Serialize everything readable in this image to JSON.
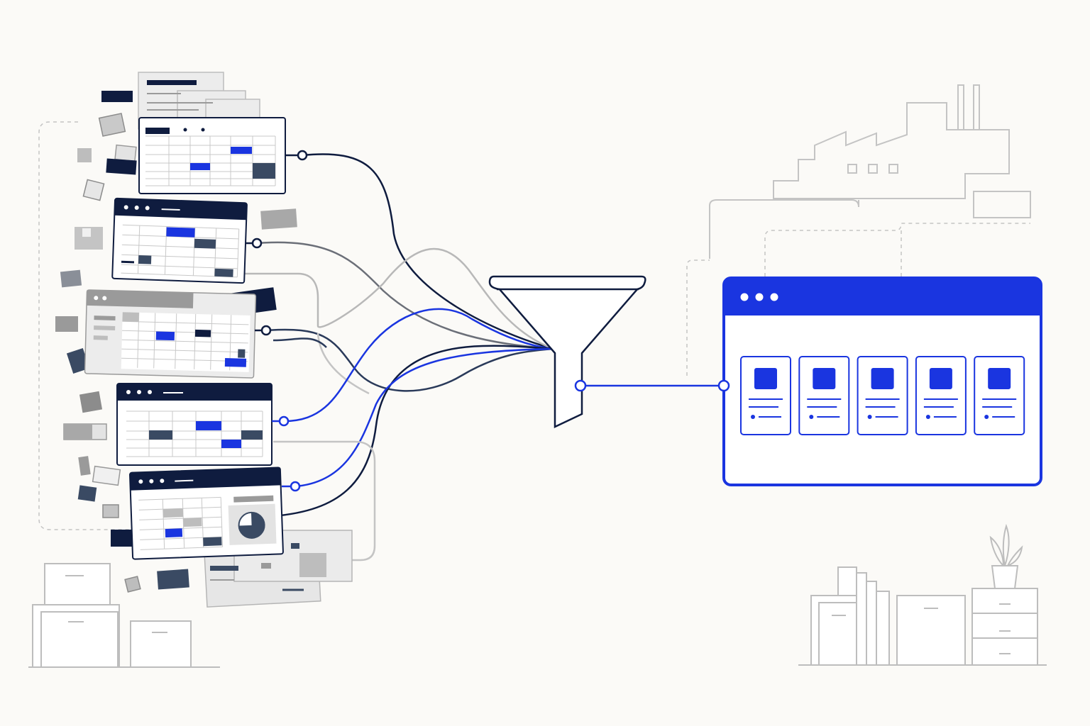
{
  "colors": {
    "background": "#fbfaf7",
    "navy": "#0f1c3f",
    "blue": "#1a35e0",
    "slate": "#3a4a63",
    "gray": "#9a9a9a",
    "light_gray": "#bdbdbd",
    "sheet_fill": "#ffffff",
    "scrap_fill": "#e6e6e6"
  },
  "icons": [
    "spreadsheet-window-icon",
    "funnel-icon",
    "dashboard-window-icon",
    "factory-icon",
    "filing-cabinet-icon",
    "plant-pot-icon",
    "storage-box-icon",
    "pie-chart-icon"
  ],
  "sources": [
    {
      "id": "sheet-1",
      "style": "gray-header",
      "connector": "navy"
    },
    {
      "id": "sheet-2",
      "style": "navy-header",
      "connector": "slate"
    },
    {
      "id": "sheet-3",
      "style": "gray-header",
      "connector": "navy"
    },
    {
      "id": "sheet-4",
      "style": "navy-header",
      "connector": "blue"
    },
    {
      "id": "sheet-5",
      "style": "navy-header-with-pie",
      "connector": "blue"
    }
  ],
  "dashboard": {
    "card_count": 5
  }
}
